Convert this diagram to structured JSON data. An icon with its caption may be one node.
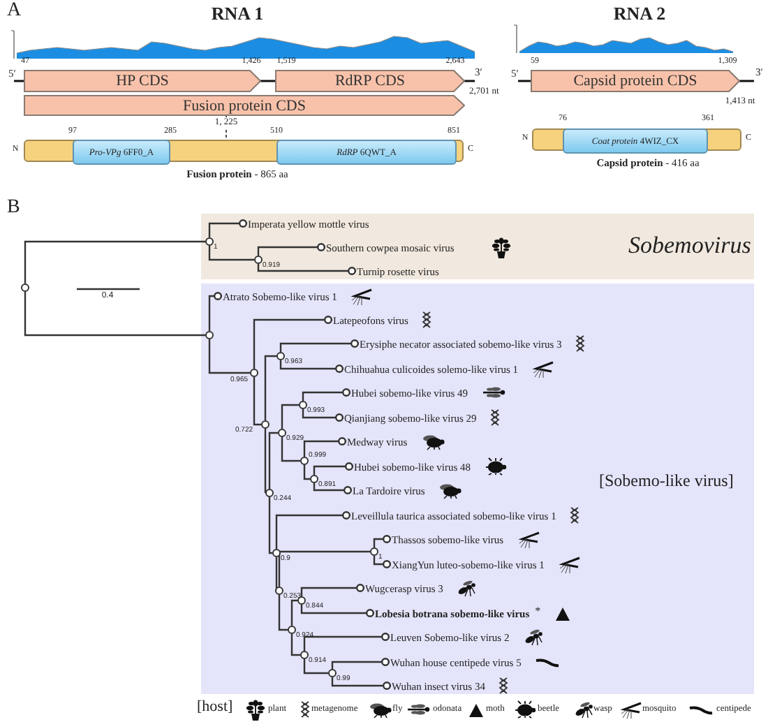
{
  "diagram": {
    "nodes": [
      {
        "text": [
          "HP CDS"
        ]
      },
      {
        "text": [
          "RdRP CDS"
        ]
      },
      {
        "text": [
          "Capsid protein CDS"
        ]
      },
      {
        "text": [
          "Fusion protein CDS"
        ]
      },
      {
        "text": [],
        "shape": "bar"
      },
      {
        "text": [
          "*Pro-VPg* 6FF0_A"
        ],
        "in": 4
      },
      {
        "text": [
          "*RdRP* 6QWT_A"
        ],
        "in": 4
      },
      {
        "text": [],
        "shape": "bar"
      },
      {
        "text": [
          "*Coat protein* 4WIZ_CX"
        ],
        "in": 7
      },
      {
        "text": [
          "Sobemovirus"
        ]
      },
      {
        "text": [
          "[Sobemo-like virus]"
        ]
      },
      {
        "text": [],
        "shape": "circle"
      },
      {
        "text": [],
        "shape": "circle",
        "beside": [
          "1"
        ],
        "in": 9
      },
      {
        "text": [
          "Imperata yellow mottle virus"
        ],
        "in": 9
      },
      {
        "text": [],
        "shape": "circle",
        "beside": [
          "0.919"
        ],
        "in": 9
      },
      {
        "text": [
          "Southern cowpea mosaic virus"
        ],
        "in": 9
      },
      {
        "text": [
          "Turnip rosette virus"
        ],
        "in": 9
      },
      {
        "text": [],
        "shape": "circle",
        "in": 10
      },
      {
        "text": [
          "Atrato Sobemo-like virus 1"
        ],
        "in": 10
      },
      {
        "text": [],
        "shape": "circle",
        "beside": [
          "0.965"
        ],
        "in": 10
      },
      {
        "text": [
          "Latepeofons virus"
        ],
        "in": 10
      },
      {
        "text": [],
        "shape": "circle",
        "beside": [
          "0.722"
        ],
        "in": 10
      },
      {
        "text": [],
        "shape": "circle",
        "beside": [
          "0.963"
        ],
        "in": 10
      },
      {
        "text": [
          "Erysiphe necator associated sobemo-like virus 3"
        ],
        "in": 10
      },
      {
        "text": [
          "Chihuahua culicoides solemo-like virus 1"
        ],
        "in": 10
      },
      {
        "text": [],
        "shape": "circle",
        "beside": [
          "0.244"
        ],
        "in": 10
      },
      {
        "text": [],
        "shape": "circle",
        "beside": [
          "0.929"
        ],
        "in": 10
      },
      {
        "text": [],
        "shape": "circle",
        "beside": [
          "0.993"
        ],
        "in": 10
      },
      {
        "text": [
          "Hubei sobemo-like virus 49"
        ],
        "in": 10
      },
      {
        "text": [
          "Qianjiang sobemo-like virus 29"
        ],
        "in": 10
      },
      {
        "text": [],
        "shape": "circle",
        "beside": [
          "0.999"
        ],
        "in": 10
      },
      {
        "text": [
          "Medway virus"
        ],
        "in": 10
      },
      {
        "text": [],
        "shape": "circle",
        "beside": [
          "0.891"
        ],
        "in": 10
      },
      {
        "text": [
          "Hubei sobemo-like virus 48"
        ],
        "in": 10
      },
      {
        "text": [
          "La Tardoire virus"
        ],
        "in": 10
      },
      {
        "text": [],
        "shape": "circle",
        "beside": [
          "0.9"
        ],
        "in": 10
      },
      {
        "text": [
          "Leveillula taurica associated sobemo-like virus 1"
        ],
        "in": 10
      },
      {
        "text": [],
        "shape": "circle",
        "beside": [
          "0.253"
        ],
        "in": 10
      },
      {
        "text": [],
        "shape": "circle",
        "beside": [
          "1"
        ],
        "in": 10
      },
      {
        "text": [
          "Thassos sobemo-like virus"
        ],
        "in": 10
      },
      {
        "text": [
          "XiangYun luteo-sobemo-like virus 1"
        ],
        "in": 10
      },
      {
        "text": [],
        "shape": "circle",
        "beside": [
          "0.924"
        ],
        "in": 10
      },
      {
        "text": [],
        "shape": "circle",
        "beside": [
          "0.844"
        ],
        "in": 10
      },
      {
        "text": [
          "Wugcerasp virus 3"
        ],
        "in": 10
      },
      {
        "text": [
          "Lobesia botrana sobemo-like virus"
        ],
        "beside": [
          "*"
        ],
        "in": 10
      },
      {
        "text": [],
        "shape": "circle",
        "beside": [
          "0.914"
        ],
        "in": 10
      },
      {
        "text": [
          "Leuven Sobemo-like virus 2"
        ],
        "in": 10
      },
      {
        "text": [],
        "shape": "circle",
        "beside": [
          "0.99"
        ],
        "in": 10
      },
      {
        "text": [
          "Wuhan house centipede virus 5"
        ],
        "in": 10
      },
      {
        "text": [
          "Wuhan insect virus 34"
        ],
        "in": 10
      }
    ],
    "edges": [
      {
        "from": 11,
        "to": 12,
        "arrow": "none"
      },
      {
        "from": 11,
        "to": 17,
        "arrow": "none"
      },
      {
        "from": 12,
        "to": 13,
        "arrow": "other"
      },
      {
        "from": 12,
        "to": 14,
        "arrow": "none"
      },
      {
        "from": 14,
        "to": 15,
        "arrow": "other"
      },
      {
        "from": 14,
        "to": 16,
        "arrow": "other"
      },
      {
        "from": 17,
        "to": 18,
        "arrow": "other"
      },
      {
        "from": 17,
        "to": 19,
        "arrow": "none"
      },
      {
        "from": 19,
        "to": 20,
        "arrow": "other"
      },
      {
        "from": 19,
        "to": 21,
        "arrow": "none"
      },
      {
        "from": 21,
        "to": 22,
        "arrow": "none"
      },
      {
        "from": 21,
        "to": 25,
        "arrow": "none"
      },
      {
        "from": 22,
        "to": 23,
        "arrow": "other"
      },
      {
        "from": 22,
        "to": 24,
        "arrow": "other"
      },
      {
        "from": 25,
        "to": 26,
        "arrow": "none"
      },
      {
        "from": 25,
        "to": 35,
        "arrow": "none"
      },
      {
        "from": 26,
        "to": 27,
        "arrow": "none"
      },
      {
        "from": 26,
        "to": 30,
        "arrow": "none"
      },
      {
        "from": 27,
        "to": 28,
        "arrow": "other"
      },
      {
        "from": 27,
        "to": 29,
        "arrow": "other"
      },
      {
        "from": 30,
        "to": 31,
        "arrow": "other"
      },
      {
        "from": 30,
        "to": 32,
        "arrow": "none"
      },
      {
        "from": 32,
        "to": 33,
        "arrow": "other"
      },
      {
        "from": 32,
        "to": 34,
        "arrow": "other"
      },
      {
        "from": 35,
        "to": 36,
        "arrow": "other"
      },
      {
        "from": 35,
        "to": 37,
        "arrow": "none"
      },
      {
        "from": 37,
        "to": 38,
        "arrow": "none"
      },
      {
        "from": 37,
        "to": 41,
        "arrow": "none"
      },
      {
        "from": 38,
        "to": 39,
        "arrow": "other"
      },
      {
        "from": 38,
        "to": 40,
        "arrow": "other"
      },
      {
        "from": 41,
        "to": 42,
        "arrow": "none"
      },
      {
        "from": 41,
        "to": 45,
        "arrow": "none"
      },
      {
        "from": 42,
        "to": 43,
        "arrow": "other"
      },
      {
        "from": 42,
        "to": 44,
        "arrow": "other"
      },
      {
        "from": 45,
        "to": 46,
        "arrow": "other"
      },
      {
        "from": 45,
        "to": 47,
        "arrow": "none"
      },
      {
        "from": 47,
        "to": 48,
        "arrow": "other"
      },
      {
        "from": 47,
        "to": 49,
        "arrow": "other"
      }
    ],
    "labels": [
      "A",
      "RNA 1",
      "RNA 2",
      "5′",
      "47",
      "1,426",
      "1,519",
      "2,643",
      "3′",
      "2,701 nt",
      "5′",
      "59",
      "1,309",
      "3′",
      "1,413 nt",
      "1, 225",
      "97",
      "285",
      "510",
      "851",
      "N",
      "C",
      "76",
      "361",
      "N",
      "C",
      "**Fusion protein** - 865 aa",
      "**Capsid protein** - 416 aa",
      "B",
      "0.4",
      "[host]"
    ],
    "legend": [
      {
        "text": "plant"
      },
      {
        "text": "metagenome"
      },
      {
        "text": "fly"
      },
      {
        "text": "odonata"
      },
      {
        "text": "moth"
      },
      {
        "text": "beetle"
      },
      {
        "text": "wasp"
      },
      {
        "text": "mosquito"
      },
      {
        "text": "centipede"
      }
    ]
  }
}
